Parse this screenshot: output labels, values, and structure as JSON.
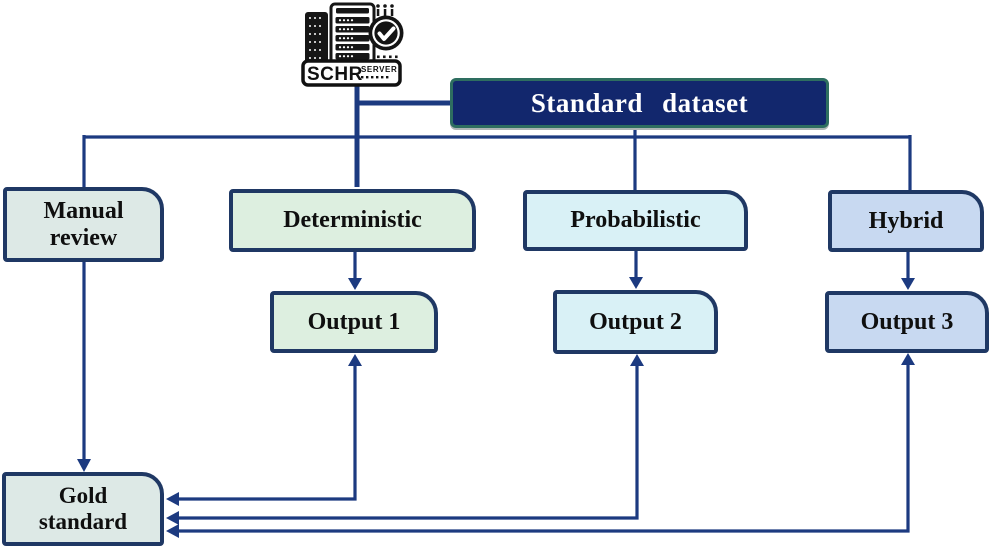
{
  "diagram": {
    "server_icon": {
      "label_main": "SCHR",
      "label_sub": "SERVER"
    },
    "nodes": {
      "standard_dataset": {
        "label": "Standard dataset",
        "fill": "#12276d",
        "border": "#2e6e60",
        "text_color": "#ffffff"
      },
      "manual_review": {
        "label": "Manual review",
        "fill": "#dde9e6"
      },
      "deterministic": {
        "label": "Deterministic",
        "fill": "#ddefe0"
      },
      "probabilistic": {
        "label": "Probabilistic",
        "fill": "#d9f1f6"
      },
      "hybrid": {
        "label": "Hybrid",
        "fill": "#c8d9f1"
      },
      "output_1": {
        "label": "Output 1",
        "fill": "#ddefe0"
      },
      "output_2": {
        "label": "Output 2",
        "fill": "#d9f1f6"
      },
      "output_3": {
        "label": "Output 3",
        "fill": "#c8d9f1"
      },
      "gold_standard": {
        "label": "Gold standard",
        "fill": "#dde9e6"
      }
    },
    "edges": [
      {
        "from": "schr_server",
        "to": "standard_dataset",
        "arrow": "none"
      },
      {
        "from": "schr_server",
        "to": "manual_review",
        "arrow": "none"
      },
      {
        "from": "schr_server",
        "to": "deterministic",
        "arrow": "none"
      },
      {
        "from": "schr_server",
        "to": "probabilistic",
        "arrow": "none"
      },
      {
        "from": "schr_server",
        "to": "hybrid",
        "arrow": "none"
      },
      {
        "from": "manual_review",
        "to": "gold_standard",
        "arrow": "end"
      },
      {
        "from": "deterministic",
        "to": "output_1",
        "arrow": "end"
      },
      {
        "from": "probabilistic",
        "to": "output_2",
        "arrow": "end"
      },
      {
        "from": "hybrid",
        "to": "output_3",
        "arrow": "end"
      },
      {
        "from": "output_1",
        "to": "gold_standard",
        "arrow": "both"
      },
      {
        "from": "output_2",
        "to": "gold_standard",
        "arrow": "both"
      },
      {
        "from": "output_3",
        "to": "gold_standard",
        "arrow": "both"
      }
    ],
    "colors": {
      "connector": "#1c3a80",
      "node_border": "#1f3864",
      "text": "#0f0f0f"
    }
  }
}
